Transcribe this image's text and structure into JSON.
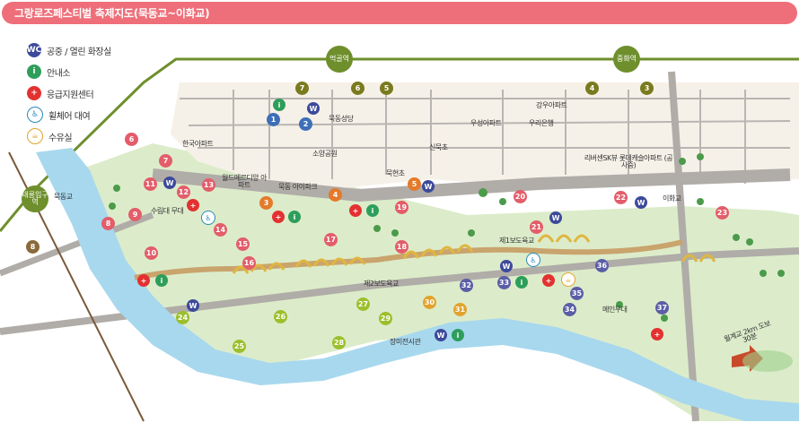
{
  "title": "그랑로즈페스티벌 축제지도(묵동교~이화교)",
  "colors": {
    "title_bar": "#ee6f79",
    "river": "#a8d8ee",
    "park": "#d9ecc8",
    "road": "#b9b5b2",
    "subway_line": "#6e8f2c",
    "number_badge": "#e35d6a",
    "wheelchair": "#2a8ab8"
  },
  "legend": [
    {
      "icon": "restroom-icon",
      "label": "공중 / 열린 화장실",
      "color": "#3d4a9a"
    },
    {
      "icon": "info-icon",
      "label": "안내소",
      "color": "#2e9e5b"
    },
    {
      "icon": "first-aid-icon",
      "label": "응급지원센터",
      "color": "#e33131"
    },
    {
      "icon": "wheelchair-icon",
      "label": "휠체어 대여",
      "color": "#2a8ab8"
    },
    {
      "icon": "water-fountain-icon",
      "label": "수유실",
      "color": "#e2a32d"
    }
  ],
  "stations": [
    {
      "name": "먹골역"
    },
    {
      "name": "중화역"
    },
    {
      "name": "태릉입구역"
    }
  ],
  "subway_line_numbers": [
    "7",
    "6",
    "5",
    "4",
    "3",
    "8"
  ],
  "places": {
    "mukdong_bridge": "묵동교",
    "ihwa_bridge": "이화교",
    "korea_apt": "한국아파트",
    "mukdong_church": "묵동성당",
    "soyang_park": "소양공원",
    "woosung_apt": "우성아파트",
    "kangwoo_apt": "강우아파트",
    "woori_bank": "우리은행",
    "shinmukcho": "신묵초",
    "mukhyeoncho": "묵현초",
    "world_meridian_apt": "월드메르디앙 아파트",
    "mukdong_ipark": "묵동 아이파크",
    "riverview_apt": "리버센SK뷰 롯데캐슬아파트 (공사중)",
    "sutto_stage": "수림대 무대",
    "boardwalk_1": "제1보도육교",
    "boardwalk_2": "제2보도육교",
    "main_stage": "메인무대",
    "rose_hall": "장미전시관",
    "walk_note": "월계교 2km 도보 30분"
  },
  "markers": [
    "1",
    "2",
    "3",
    "4",
    "5",
    "6",
    "7",
    "8",
    "9",
    "10",
    "11",
    "12",
    "13",
    "14",
    "15",
    "16",
    "17",
    "18",
    "19",
    "20",
    "21",
    "22",
    "23",
    "24",
    "25",
    "26",
    "27",
    "28",
    "29",
    "30",
    "31",
    "32",
    "33",
    "34",
    "35",
    "36",
    "37"
  ]
}
